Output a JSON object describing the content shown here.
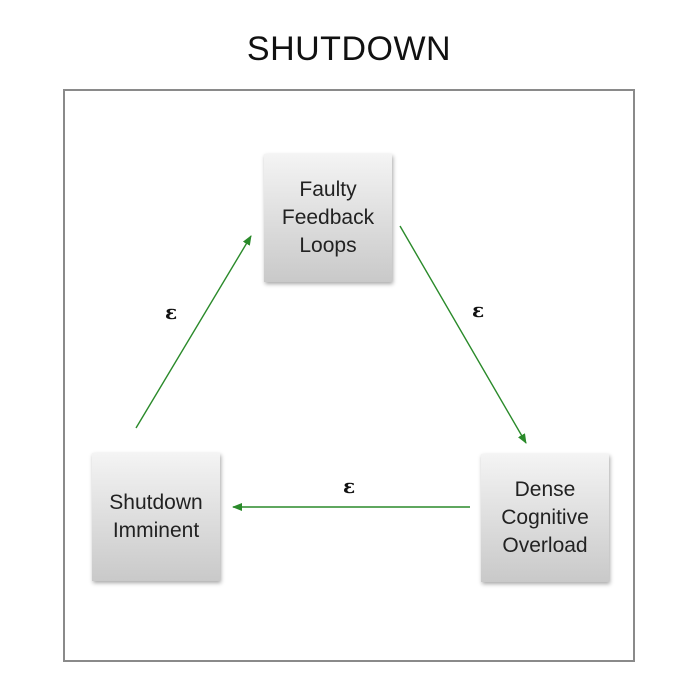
{
  "title": "SHUTDOWN",
  "nodes": {
    "top": "Faulty\nFeedback\nLoops",
    "right": "Dense\nCognitive\nOverload",
    "left": "Shutdown\nImminent"
  },
  "edges": {
    "left_label": "ε",
    "right_label": "ε",
    "bottom_label": "ε"
  },
  "colors": {
    "arrow": "#2a8a2a",
    "frame": "#8a8a8a"
  }
}
